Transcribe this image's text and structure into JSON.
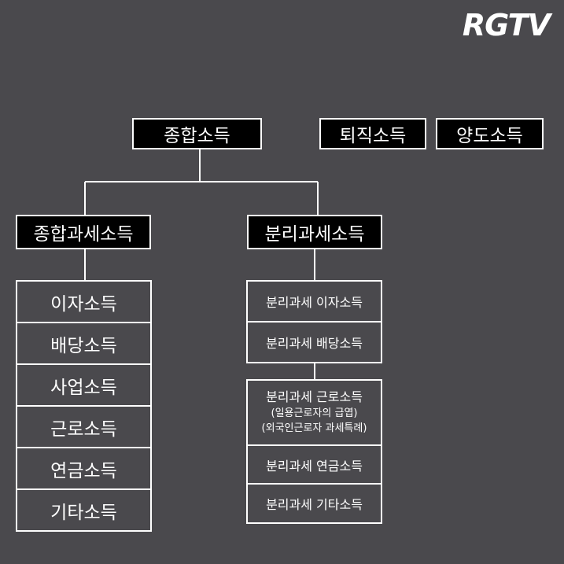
{
  "logo": "RGTV",
  "top_boxes": {
    "comprehensive": "종합소득",
    "retirement": "퇴직소득",
    "transfer": "양도소득"
  },
  "mid_boxes": {
    "comprehensive_tax": "종합과세소득",
    "separate_tax": "분리과세소득"
  },
  "comprehensive_items": [
    "이자소득",
    "배당소득",
    "사업소득",
    "근로소득",
    "연금소득",
    "기타소득"
  ],
  "separate_group1": [
    "분리과세 이자소득",
    "분리과세 배당소득"
  ],
  "separate_labor": {
    "title": "분리과세 근로소득",
    "note1": "(일용근로자의 급엽)",
    "note2": "(외국인근로자 과세특례)"
  },
  "separate_group2_rest": [
    "분리과세 연금소득",
    "분리과세 기타소득"
  ]
}
